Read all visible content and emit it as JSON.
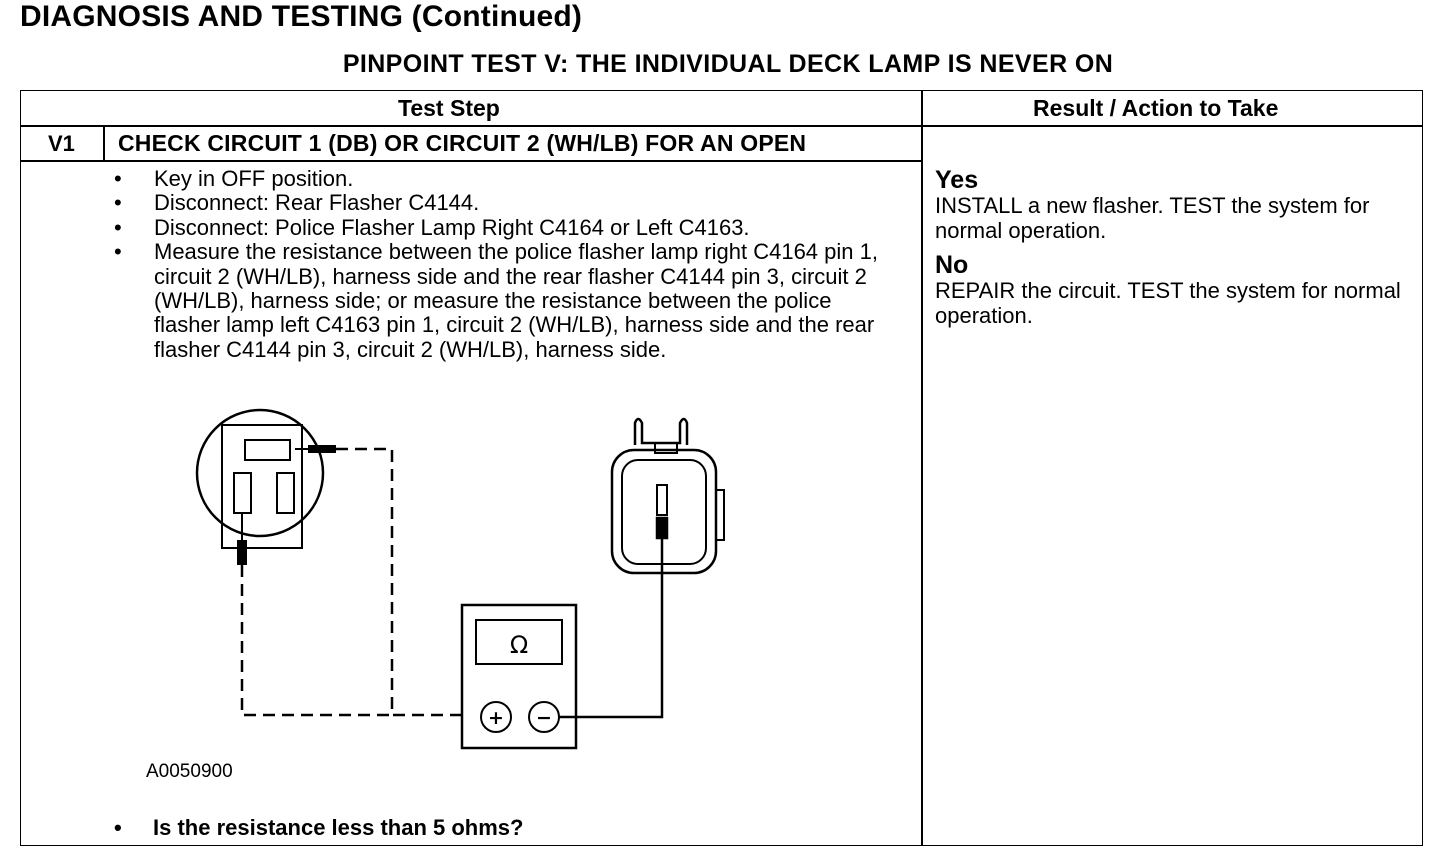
{
  "page_title": "DIAGNOSIS AND TESTING (Continued)",
  "test_title": "PINPOINT TEST V: THE INDIVIDUAL DECK LAMP IS NEVER ON",
  "table": {
    "col_test_step": "Test Step",
    "col_result": "Result / Action to Take"
  },
  "step": {
    "id": "V1",
    "title": "CHECK CIRCUIT 1 (DB) OR CIRCUIT 2 (WH/LB) FOR AN OPEN",
    "bullets": [
      "Key in OFF position.",
      "Disconnect: Rear Flasher C4144.",
      "Disconnect: Police Flasher Lamp Right C4164 or Left C4163.",
      "Measure the resistance between the police flasher lamp right C4164 pin 1, circuit 2 (WH/LB), harness side and the rear flasher C4144 pin 3, circuit 2 (WH/LB), harness side; or measure the resistance between the police flasher lamp left C4163  pin 1, circuit 2 (WH/LB), harness side and the rear flasher C4144 pin 3, circuit 2 (WH/LB), harness side."
    ],
    "figure_id": "A0050900",
    "question": "Is the resistance less than 5 ohms?"
  },
  "diagram": {
    "meter_symbol": "Ω",
    "plus_symbol": "+",
    "minus_symbol": "−"
  },
  "results": {
    "yes_label": "Yes",
    "yes_text": "INSTALL a new flasher. TEST the system for normal operation.",
    "no_label": "No",
    "no_text": "REPAIR the circuit. TEST the system for normal operation."
  }
}
